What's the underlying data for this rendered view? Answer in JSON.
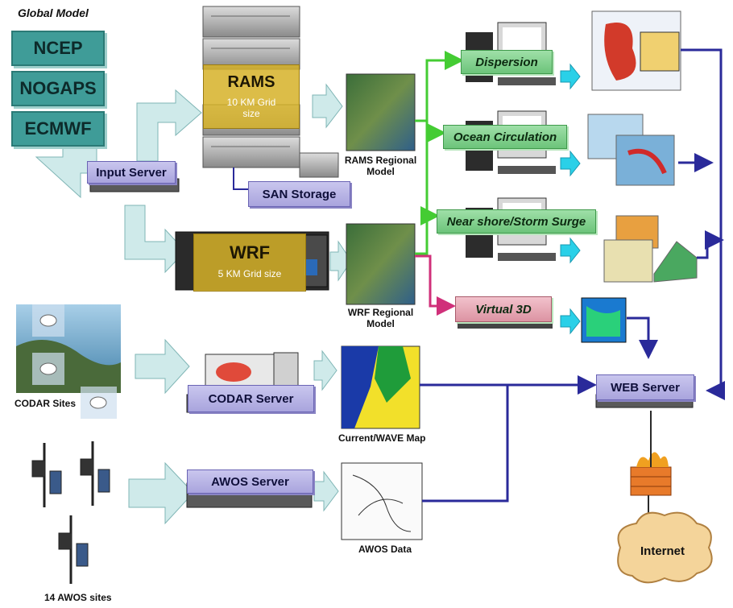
{
  "header": {
    "global_model_label": "Global Model"
  },
  "global_models": [
    "NCEP",
    "NOGAPS",
    "ECMWF"
  ],
  "servers": {
    "input": "Input Server",
    "san": "SAN Storage",
    "codar": "CODAR Server",
    "awos": "AWOS Server",
    "web": "WEB Server"
  },
  "models": {
    "rams": {
      "name": "RAMS",
      "grid_line1": "10 KM Grid",
      "grid_line2": "size"
    },
    "wrf": {
      "name": "WRF",
      "grid": "5 KM Grid size"
    }
  },
  "outputs": {
    "rams_line1": "RAMS Regional",
    "rams_line2": "Model",
    "wrf_line1": "WRF Regional",
    "wrf_line2": "Model",
    "current_wave": "Current/WAVE Map",
    "awos_data": "AWOS Data"
  },
  "applications": [
    "Dispersion",
    "Ocean Circulation",
    "Near shore/Storm Surge",
    "Virtual 3D"
  ],
  "sites": {
    "codar": "CODAR  Sites",
    "awos": "14 AWOS sites"
  },
  "internet": "Internet",
  "colors": {
    "teal_box": "#3f9c98",
    "server_box": "#b8b4e8",
    "model_box": "#7fce89",
    "virtual_box": "#e8a8b4",
    "navy_line": "#2a2a9a",
    "green_line": "#44cc33",
    "magenta_line": "#d0307a",
    "arrow_fill": "#cfeaea",
    "cyan_arrow": "#2ad0e8"
  },
  "icons": [
    "server-rack-icon",
    "computer-workstation-icon",
    "map-thumbnail-icon",
    "firewall-icon",
    "cloud-icon",
    "antenna-icon",
    "weather-station-icon"
  ]
}
